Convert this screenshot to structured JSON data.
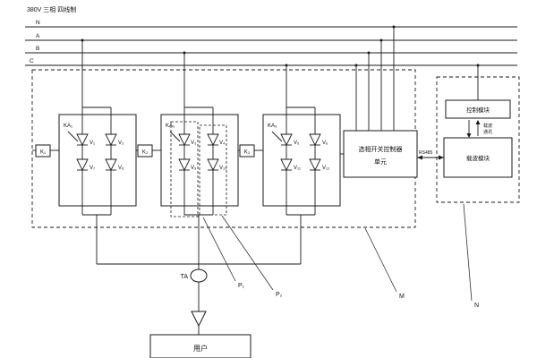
{
  "title": "380V 三相 四线制",
  "buses": [
    {
      "label": "N"
    },
    {
      "label": "A"
    },
    {
      "label": "B"
    },
    {
      "label": "C"
    }
  ],
  "groups": [
    {
      "ka": "KA₁",
      "k": "K₁",
      "v_tl": "V₁",
      "v_tr": "V₂",
      "v_bl": "V₇",
      "v_br": "V₈"
    },
    {
      "ka": "KA₂",
      "k": "K₂",
      "v_tl": "V₃",
      "v_tr": "V₄",
      "v_bl": "V₉",
      "v_br": "V₁₀"
    },
    {
      "ka": "KA₃",
      "k": "K₃",
      "v_tl": "V₅",
      "v_tr": "V₆",
      "v_bl": "V₁₁",
      "v_br": "V₁₂"
    }
  ],
  "controller": {
    "line1": "选相开关控制器",
    "line2": "单元"
  },
  "comms": {
    "control_module": "控制模块",
    "carrier_comm_1": "载波",
    "carrier_comm_2": "通讯",
    "carrier_module": "载波模块",
    "rs485": "RS485"
  },
  "annotations": {
    "ta": "TA",
    "p1": "P₁",
    "p2": "P₂",
    "m": "M",
    "n": "N"
  },
  "load": {
    "label": "用户"
  },
  "colors": {
    "line": "#1a1a1a",
    "background": "#ffffff"
  }
}
